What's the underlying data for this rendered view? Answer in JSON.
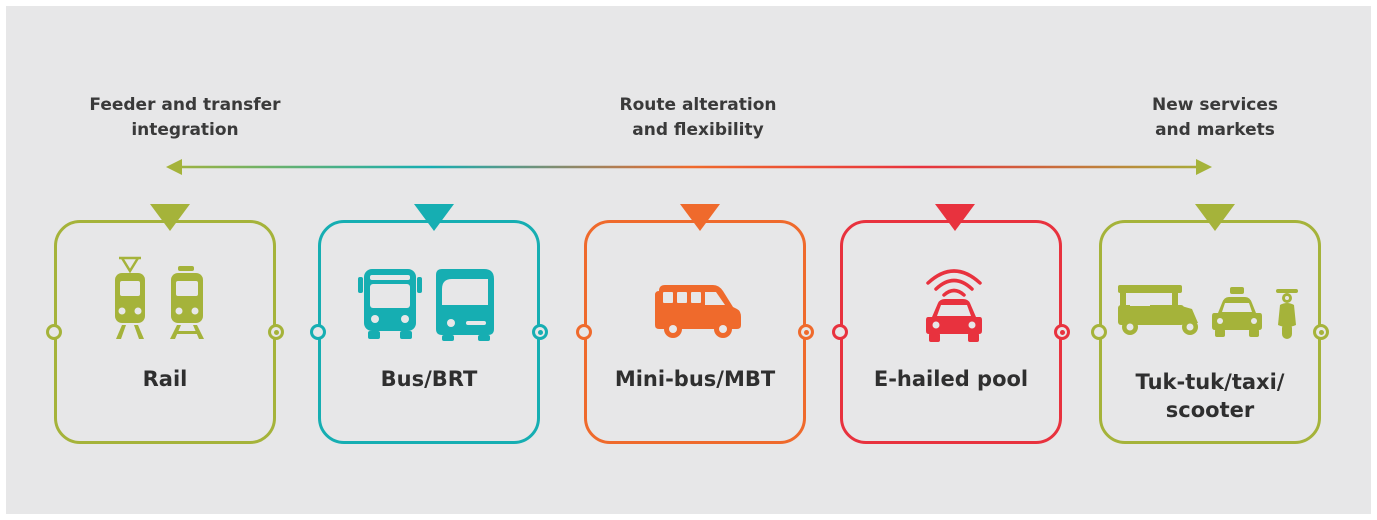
{
  "headers": {
    "left": "Feeder and transfer integration",
    "left_lines": [
      "Feeder and transfer",
      "integration"
    ],
    "center_lines": [
      "Route alteration",
      "and flexibility"
    ],
    "right_lines": [
      "New services",
      "and markets"
    ]
  },
  "colors": {
    "green": "#a5b33a",
    "teal": "#16aeb2",
    "orange": "#ef6a2c",
    "red": "#e8323e",
    "background": "#e7e7e8",
    "text": "#3a3a3a"
  },
  "modes": [
    {
      "label_lines": [
        "Rail"
      ],
      "color": "#a5b33a",
      "icons": [
        "tram-icon",
        "train-icon"
      ]
    },
    {
      "label_lines": [
        "Bus/BRT"
      ],
      "color": "#16aeb2",
      "icons": [
        "bus-front-icon",
        "bus-side-icon"
      ]
    },
    {
      "label_lines": [
        "Mini-bus/MBT"
      ],
      "color": "#ef6a2c",
      "icons": [
        "minibus-icon"
      ]
    },
    {
      "label_lines": [
        "E-hailed pool"
      ],
      "color": "#e8323e",
      "icons": [
        "connected-car-icon"
      ]
    },
    {
      "label_lines": [
        "Tuk-tuk/taxi/",
        "scooter"
      ],
      "color": "#a5b33a",
      "icons": [
        "tuk-tuk-icon",
        "taxi-icon",
        "scooter-icon"
      ]
    }
  ]
}
